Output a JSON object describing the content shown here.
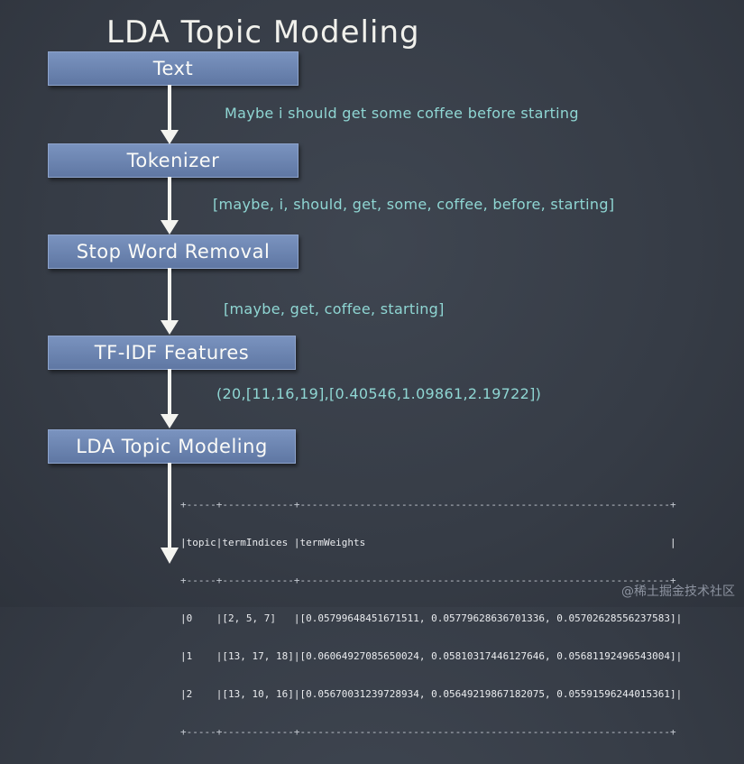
{
  "title": "LDA Topic Modeling",
  "pipeline": {
    "steps": [
      "Text",
      "Tokenizer",
      "Stop Word Removal",
      "TF-IDF Features",
      "LDA Topic Modeling"
    ],
    "annotations": [
      "Maybe i should get some coffee before starting",
      "[maybe, i, should, get, some, coffee, before, starting]",
      "[maybe, get, coffee, starting]",
      "(20,[11,16,19],[0.40546,1.09861,2.19722])"
    ]
  },
  "table": {
    "border": "+-----+------------+--------------------------------------------------------------+",
    "header": "|topic|termIndices |termWeights                                                   |",
    "rows": [
      "|0    |[2, 5, 7]   |[0.05799648451671511, 0.05779628636701336, 0.05702628556237583]|",
      "|1    |[13, 17, 18]|[0.06064927085650024, 0.05810317446127646, 0.05681192496543004]|",
      "|2    |[13, 10, 16]|[0.05670031239728934, 0.05649219867182075, 0.05591596244015361]|"
    ]
  },
  "watermark": "@稀土掘金技术社区",
  "colors": {
    "box": "#6f87b3",
    "annotation": "#8fd6d3",
    "background": "#3a404a",
    "text": "#f1f1ec"
  }
}
